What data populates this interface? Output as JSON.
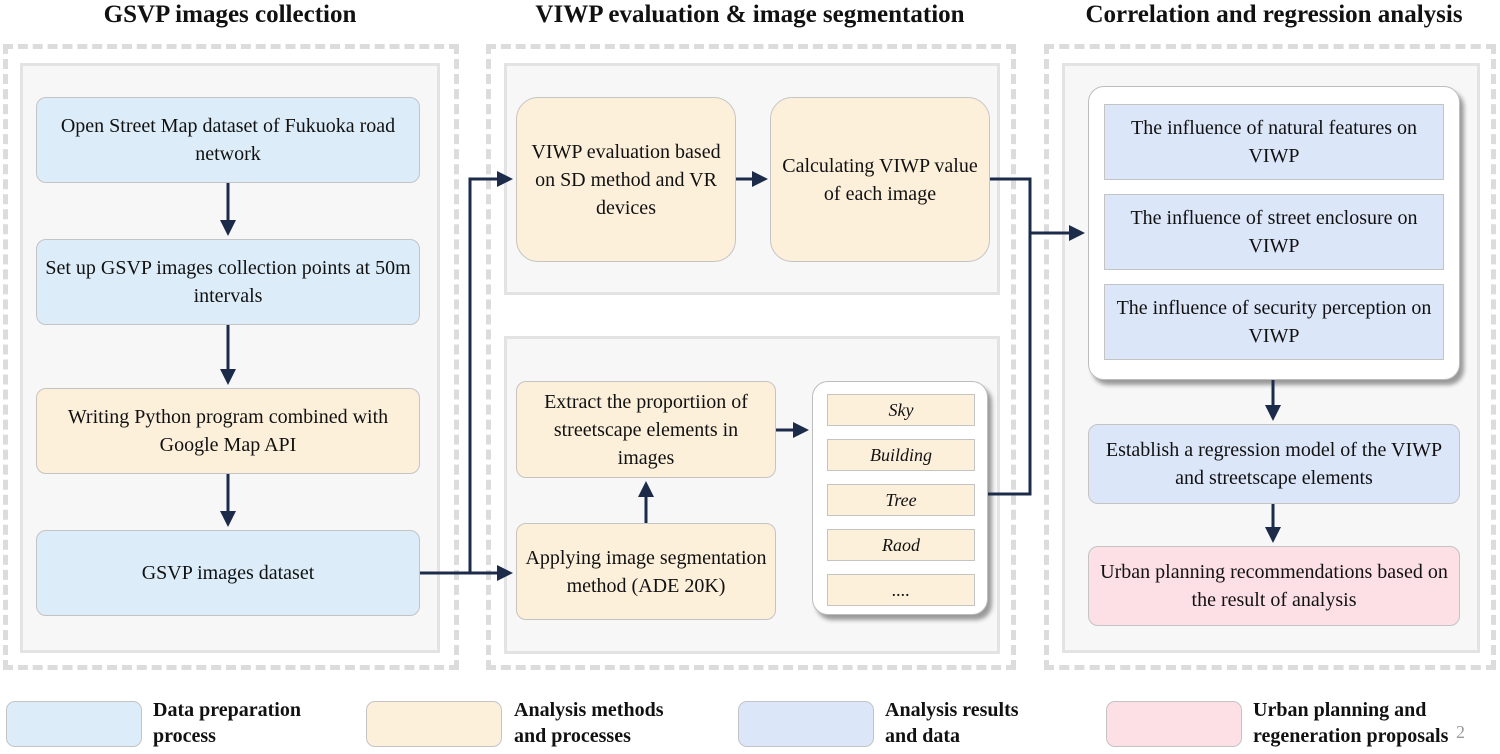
{
  "columns": {
    "col1": "GSVP images  collection",
    "col2": "VIWP evaluation & image segmentation",
    "col3": "Correlation and regression analysis"
  },
  "col1": {
    "b1": "Open Street Map dataset of Fukuoka road network",
    "b2": "Set up GSVP images collection points at 50m intervals",
    "b3": "Writing Python program combined with  Google Map API",
    "b4": "GSVP images dataset"
  },
  "col2": {
    "eval": "VIWP evaluation based on SD method  and VR devices",
    "calc": "Calculating VIWP value of each image",
    "extract": "Extract the proportiion of streetscape elements in images",
    "seg": "Applying image segmentation method (ADE 20K)",
    "elements": [
      "Sky",
      "Building",
      "Tree",
      "Raod",
      "...."
    ]
  },
  "col3": {
    "i1": "The influence of  natural features on VIWP",
    "i2": "The influence of street enclosure on VIWP",
    "i3": "The influence of security perception on VIWP",
    "reg": "Establish a  regression model of the VIWP  and streetscape elements",
    "urban": "Urban planning recommendations based on the result of analysis"
  },
  "legend": {
    "l1a": "Data preparation",
    "l1b": "process",
    "l2a": "Analysis methods",
    "l2b": "and  processes",
    "l3a": "Analysis results",
    "l3b": "and data",
    "l4a": "Urban planning and",
    "l4b": "regeneration proposals"
  },
  "page_number": "2",
  "colors": {
    "blue": "#dcedf9",
    "peach": "#fdf0db",
    "lavender": "#dce6f9",
    "pink": "#fce0e5",
    "arrow": "#1c2b4a"
  }
}
